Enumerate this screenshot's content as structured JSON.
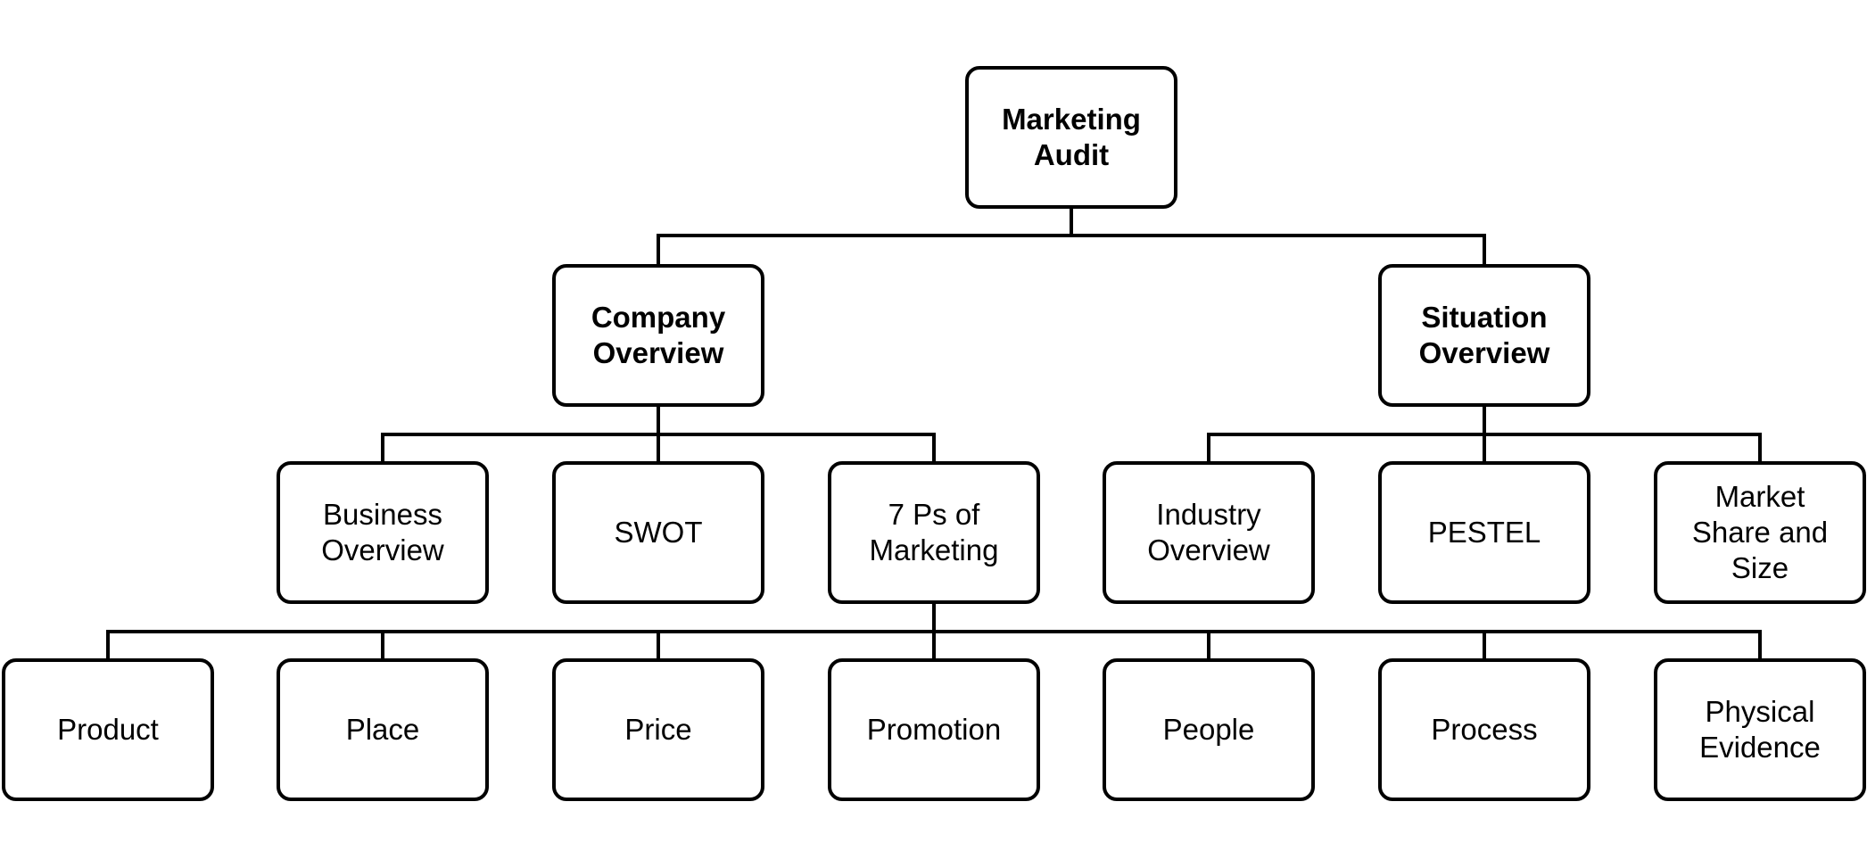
{
  "diagram": {
    "root": {
      "label": "Marketing\nAudit"
    },
    "level1": {
      "company": {
        "label": "Company\nOverview"
      },
      "situation": {
        "label": "Situation\nOverview"
      }
    },
    "company_children": {
      "business": {
        "label": "Business\nOverview"
      },
      "swot": {
        "label": "SWOT"
      },
      "seven_ps": {
        "label": "7 Ps of\nMarketing"
      }
    },
    "situation_children": {
      "industry": {
        "label": "Industry\nOverview"
      },
      "pestel": {
        "label": "PESTEL"
      },
      "market": {
        "label": "Market\nShare and\nSize"
      }
    },
    "seven_ps_children": {
      "product": {
        "label": "Product"
      },
      "place": {
        "label": "Place"
      },
      "price": {
        "label": "Price"
      },
      "promotion": {
        "label": "Promotion"
      },
      "people": {
        "label": "People"
      },
      "process": {
        "label": "Process"
      },
      "physical": {
        "label": "Physical\nEvidence"
      }
    },
    "colors": {
      "stroke": "#000000",
      "fill": "#ffffff",
      "text": "#000000"
    }
  }
}
